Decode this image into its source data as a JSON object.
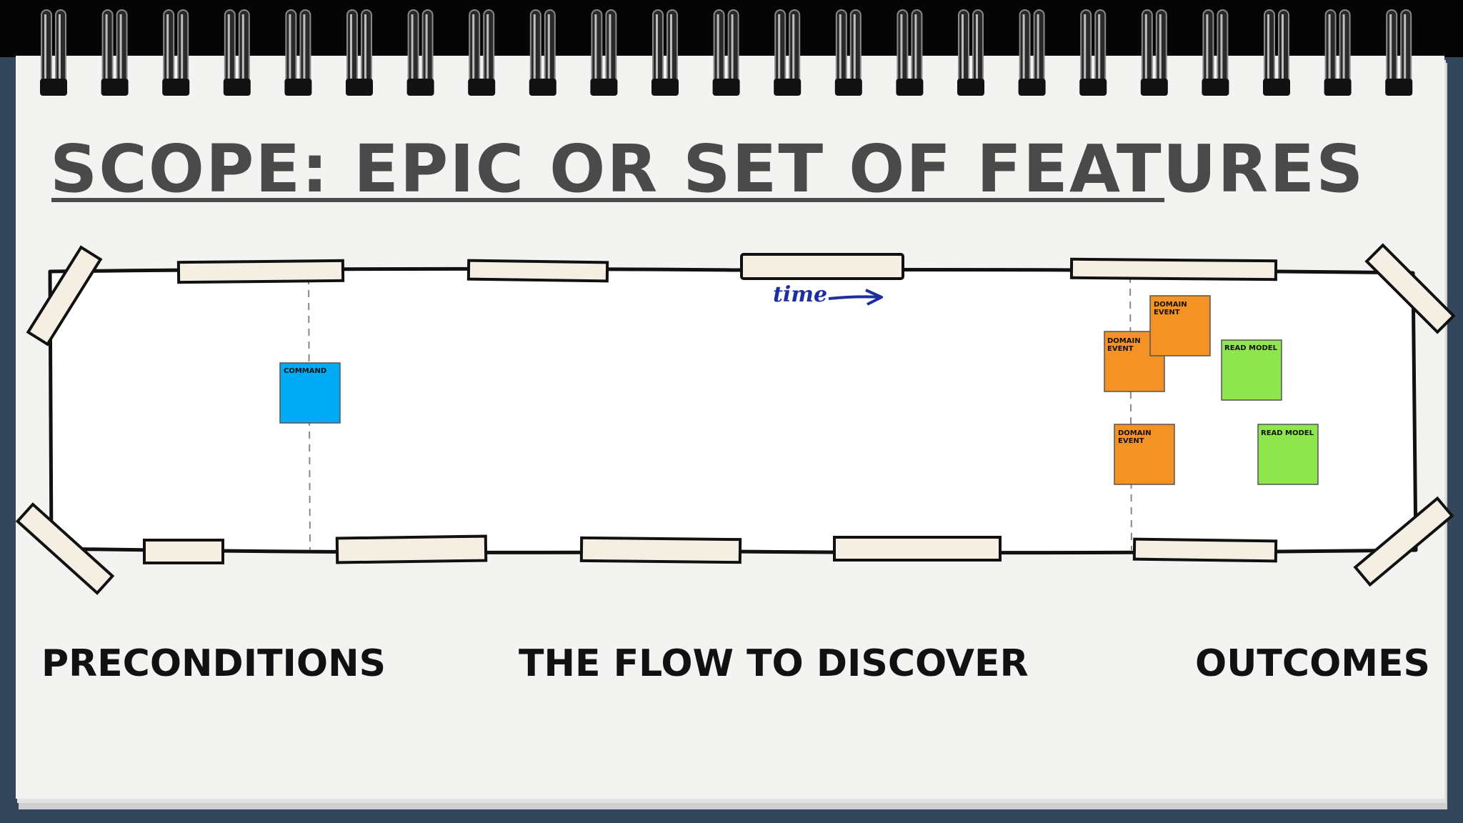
{
  "slide": {
    "title": "SCOPE: EPIC OR SET OF FEATURES",
    "time_label": "time"
  },
  "stickies": {
    "command": "COMMAND",
    "domain_event_a_line1": "DOMAIN",
    "domain_event_a_line2": "EVENT",
    "domain_event_b_line1": "DOMAIN",
    "domain_event_b_line2": "EVENT",
    "domain_event_c_line1": "DOMAIN",
    "domain_event_c_line2": "EVENT",
    "read_model_a": "READ MODEL",
    "read_model_b": "READ MODEL"
  },
  "sections": {
    "left": "PRECONDITIONS",
    "middle": "THE FLOW TO DISCOVER",
    "right": "OUTCOMES"
  },
  "colors": {
    "background": "#34465c",
    "paper": "#f3f3f1",
    "command": "#00aaf5",
    "domain_event": "#f59226",
    "read_model": "#8fe64c",
    "tape": "#f4efe2",
    "time_ink": "#1d2e9e"
  }
}
